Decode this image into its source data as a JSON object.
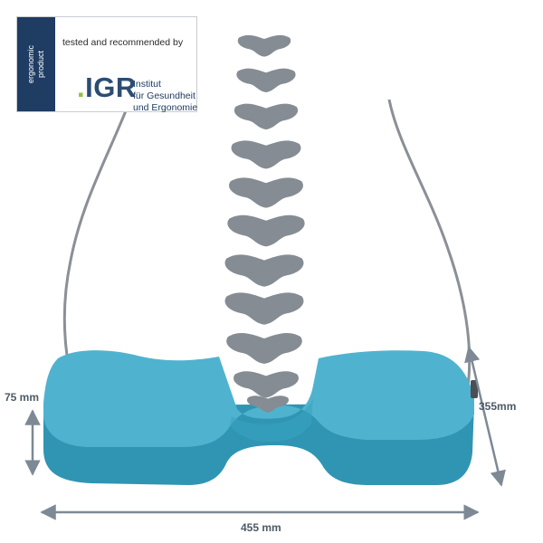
{
  "badge": {
    "side_lines": [
      "ergonomic",
      "product"
    ],
    "heading": "tested and recommended by",
    "logo_dot": ".",
    "logo_text": "IGR",
    "institute_lines": [
      "Institut",
      "für Gesundheit",
      "und Ergonomie"
    ]
  },
  "dimensions": {
    "height": "75 mm",
    "depth": "355mm",
    "width": "455 mm"
  },
  "colors": {
    "cushion_top": "#4fb3cf",
    "cushion_side": "#2f95b3",
    "vertebra": "#858c93",
    "outline": "#8a9096",
    "dimension_arrow": "#7d8994",
    "badge_navy": "#1f3c63",
    "logo_green": "#8ec63f"
  }
}
